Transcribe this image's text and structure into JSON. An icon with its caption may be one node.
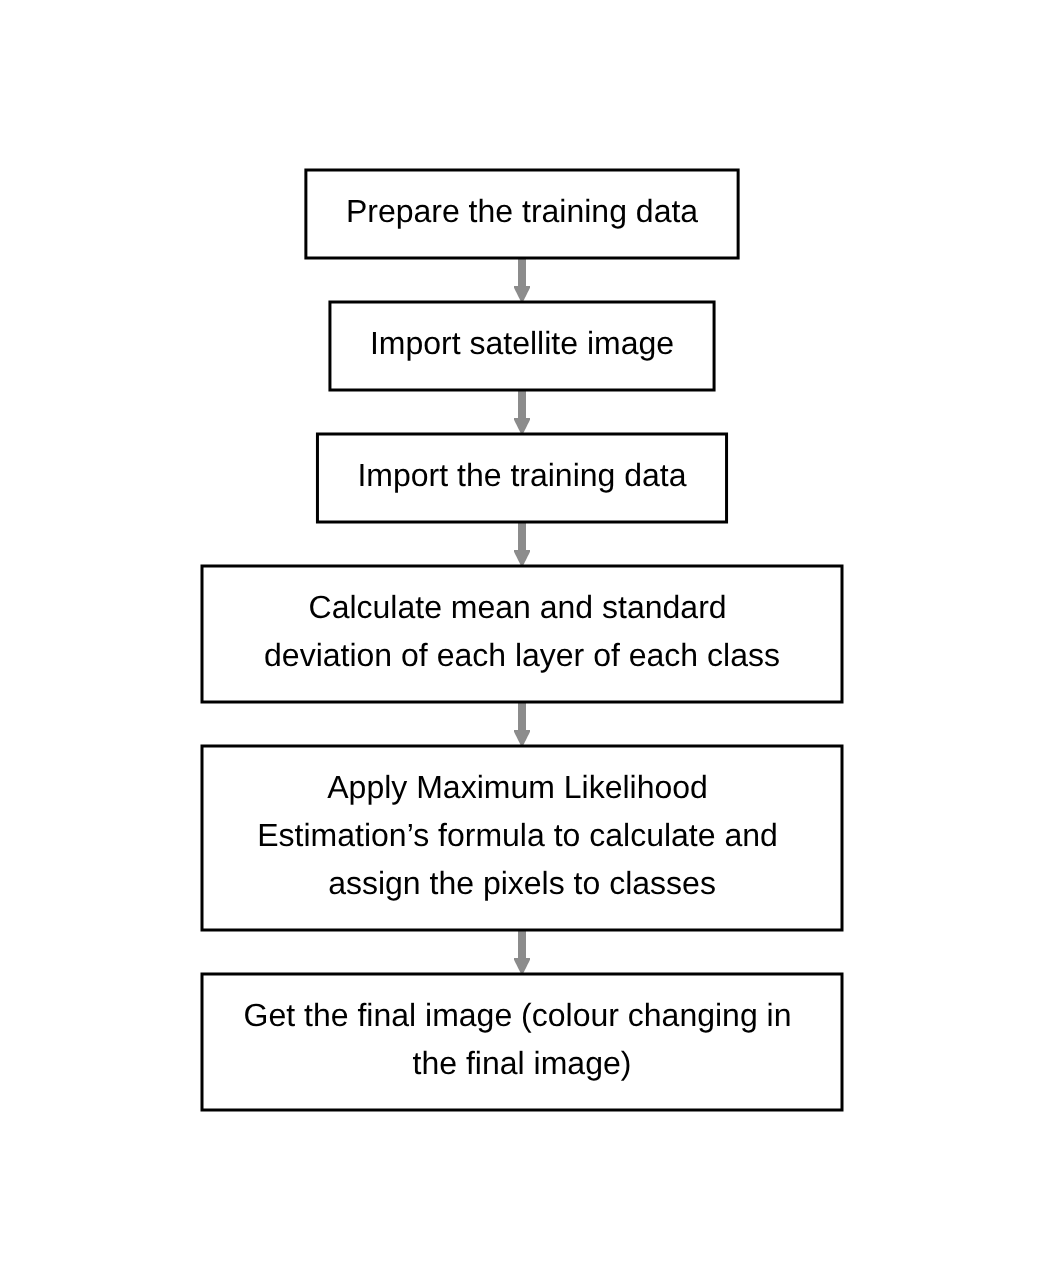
{
  "diagram": {
    "nodes": [
      {
        "text": [
          "Prepare the training data"
        ]
      },
      {
        "text": [
          "Import satellite image"
        ]
      },
      {
        "text": [
          "Import the training data"
        ]
      },
      {
        "text": [
          "Calculate mean and standard deviation of each layer of each class"
        ]
      },
      {
        "text": [
          "Apply Maximum Likelihood Estimation’s formula to calculate and assign the pixels to classes"
        ]
      },
      {
        "text": [
          "Get the final image (colour changing in the final image)"
        ]
      }
    ],
    "edges": [
      {
        "from": 0,
        "to": 1,
        "arrow": "to"
      },
      {
        "from": 1,
        "to": 2,
        "arrow": "to"
      },
      {
        "from": 2,
        "to": 3,
        "arrow": "to"
      },
      {
        "from": 3,
        "to": 4,
        "arrow": "to"
      },
      {
        "from": 4,
        "to": 5,
        "arrow": "to"
      }
    ]
  }
}
